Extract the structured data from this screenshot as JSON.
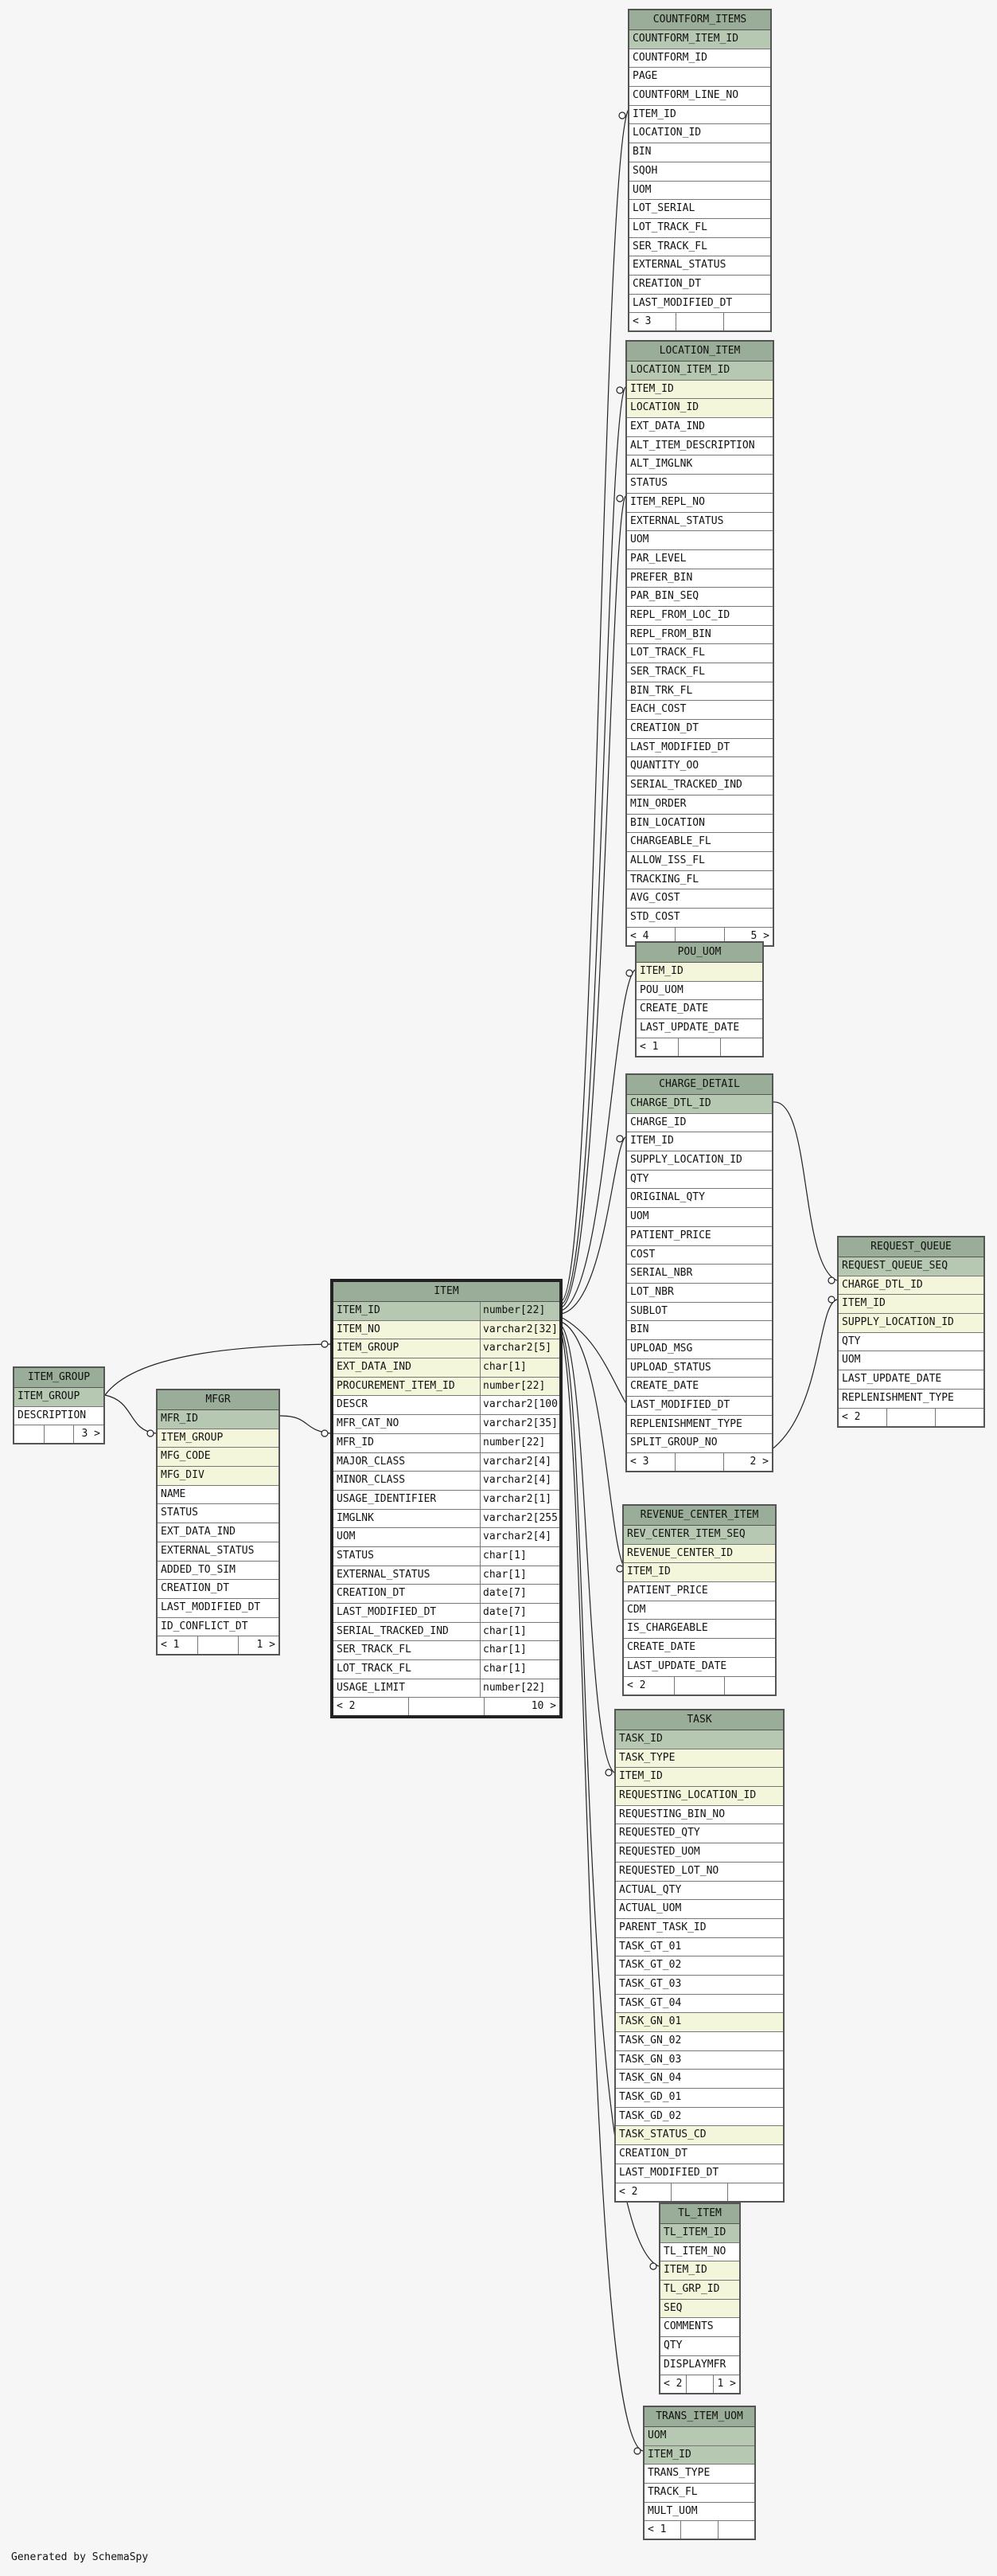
{
  "footer": "Generated by SchemaSpy",
  "tables": {
    "countform_items": {
      "name": "COUNTFORM_ITEMS",
      "columns": [
        {
          "name": "COUNTFORM_ITEM_ID",
          "kind": "pk"
        },
        {
          "name": "COUNTFORM_ID",
          "kind": ""
        },
        {
          "name": "PAGE",
          "kind": ""
        },
        {
          "name": "COUNTFORM_LINE_NO",
          "kind": ""
        },
        {
          "name": "ITEM_ID",
          "kind": ""
        },
        {
          "name": "LOCATION_ID",
          "kind": ""
        },
        {
          "name": "BIN",
          "kind": ""
        },
        {
          "name": "SQOH",
          "kind": ""
        },
        {
          "name": "UOM",
          "kind": ""
        },
        {
          "name": "LOT_SERIAL",
          "kind": ""
        },
        {
          "name": "LOT_TRACK_FL",
          "kind": ""
        },
        {
          "name": "SER_TRACK_FL",
          "kind": ""
        },
        {
          "name": "EXTERNAL_STATUS",
          "kind": ""
        },
        {
          "name": "CREATION_DT",
          "kind": ""
        },
        {
          "name": "LAST_MODIFIED_DT",
          "kind": ""
        }
      ],
      "footer": [
        "< 3",
        "",
        ""
      ]
    },
    "location_item": {
      "name": "LOCATION_ITEM",
      "columns": [
        {
          "name": "LOCATION_ITEM_ID",
          "kind": "pk"
        },
        {
          "name": "ITEM_ID",
          "kind": "fk"
        },
        {
          "name": "LOCATION_ID",
          "kind": "fk"
        },
        {
          "name": "EXT_DATA_IND",
          "kind": ""
        },
        {
          "name": "ALT_ITEM_DESCRIPTION",
          "kind": ""
        },
        {
          "name": "ALT_IMGLNK",
          "kind": ""
        },
        {
          "name": "STATUS",
          "kind": ""
        },
        {
          "name": "ITEM_REPL_NO",
          "kind": ""
        },
        {
          "name": "EXTERNAL_STATUS",
          "kind": ""
        },
        {
          "name": "UOM",
          "kind": ""
        },
        {
          "name": "PAR_LEVEL",
          "kind": ""
        },
        {
          "name": "PREFER_BIN",
          "kind": ""
        },
        {
          "name": "PAR_BIN_SEQ",
          "kind": ""
        },
        {
          "name": "REPL_FROM_LOC_ID",
          "kind": ""
        },
        {
          "name": "REPL_FROM_BIN",
          "kind": ""
        },
        {
          "name": "LOT_TRACK_FL",
          "kind": ""
        },
        {
          "name": "SER_TRACK_FL",
          "kind": ""
        },
        {
          "name": "BIN_TRK_FL",
          "kind": ""
        },
        {
          "name": "EACH_COST",
          "kind": ""
        },
        {
          "name": "CREATION_DT",
          "kind": ""
        },
        {
          "name": "LAST_MODIFIED_DT",
          "kind": ""
        },
        {
          "name": "QUANTITY_OO",
          "kind": ""
        },
        {
          "name": "SERIAL_TRACKED_IND",
          "kind": ""
        },
        {
          "name": "MIN_ORDER",
          "kind": ""
        },
        {
          "name": "BIN_LOCATION",
          "kind": ""
        },
        {
          "name": "CHARGEABLE_FL",
          "kind": ""
        },
        {
          "name": "ALLOW_ISS_FL",
          "kind": ""
        },
        {
          "name": "TRACKING_FL",
          "kind": ""
        },
        {
          "name": "AVG_COST",
          "kind": ""
        },
        {
          "name": "STD_COST",
          "kind": ""
        }
      ],
      "footer": [
        "< 4",
        "",
        "5 >"
      ]
    },
    "pou_uom": {
      "name": "POU_UOM",
      "columns": [
        {
          "name": "ITEM_ID",
          "kind": "fk"
        },
        {
          "name": "POU_UOM",
          "kind": ""
        },
        {
          "name": "CREATE_DATE",
          "kind": ""
        },
        {
          "name": "LAST_UPDATE_DATE",
          "kind": ""
        }
      ],
      "footer": [
        "< 1",
        "",
        ""
      ]
    },
    "charge_detail": {
      "name": "CHARGE_DETAIL",
      "columns": [
        {
          "name": "CHARGE_DTL_ID",
          "kind": "pk"
        },
        {
          "name": "CHARGE_ID",
          "kind": ""
        },
        {
          "name": "ITEM_ID",
          "kind": ""
        },
        {
          "name": "SUPPLY_LOCATION_ID",
          "kind": ""
        },
        {
          "name": "QTY",
          "kind": ""
        },
        {
          "name": "ORIGINAL_QTY",
          "kind": ""
        },
        {
          "name": "UOM",
          "kind": ""
        },
        {
          "name": "PATIENT_PRICE",
          "kind": ""
        },
        {
          "name": "COST",
          "kind": ""
        },
        {
          "name": "SERIAL_NBR",
          "kind": ""
        },
        {
          "name": "LOT_NBR",
          "kind": ""
        },
        {
          "name": "SUBLOT",
          "kind": ""
        },
        {
          "name": "BIN",
          "kind": ""
        },
        {
          "name": "UPLOAD_MSG",
          "kind": ""
        },
        {
          "name": "UPLOAD_STATUS",
          "kind": ""
        },
        {
          "name": "CREATE_DATE",
          "kind": ""
        },
        {
          "name": "LAST_MODIFIED_DT",
          "kind": ""
        },
        {
          "name": "REPLENISHMENT_TYPE",
          "kind": ""
        },
        {
          "name": "SPLIT_GROUP_NO",
          "kind": ""
        }
      ],
      "footer": [
        "< 3",
        "",
        "2 >"
      ]
    },
    "request_queue": {
      "name": "REQUEST_QUEUE",
      "columns": [
        {
          "name": "REQUEST_QUEUE_SEQ",
          "kind": "pk"
        },
        {
          "name": "CHARGE_DTL_ID",
          "kind": "fk"
        },
        {
          "name": "ITEM_ID",
          "kind": "fk"
        },
        {
          "name": "SUPPLY_LOCATION_ID",
          "kind": "fk"
        },
        {
          "name": "QTY",
          "kind": ""
        },
        {
          "name": "UOM",
          "kind": ""
        },
        {
          "name": "LAST_UPDATE_DATE",
          "kind": ""
        },
        {
          "name": "REPLENISHMENT_TYPE",
          "kind": ""
        }
      ],
      "footer": [
        "< 2",
        "",
        ""
      ]
    },
    "item_group": {
      "name": "ITEM_GROUP",
      "columns": [
        {
          "name": "ITEM_GROUP",
          "kind": "pk"
        },
        {
          "name": "DESCRIPTION",
          "kind": ""
        }
      ],
      "footer": [
        "",
        "",
        "3 >"
      ]
    },
    "mfgr": {
      "name": "MFGR",
      "columns": [
        {
          "name": "MFR_ID",
          "kind": "pk"
        },
        {
          "name": "ITEM_GROUP",
          "kind": "fk"
        },
        {
          "name": "MFG_CODE",
          "kind": "fk"
        },
        {
          "name": "MFG_DIV",
          "kind": "fk"
        },
        {
          "name": "NAME",
          "kind": ""
        },
        {
          "name": "STATUS",
          "kind": ""
        },
        {
          "name": "EXT_DATA_IND",
          "kind": ""
        },
        {
          "name": "EXTERNAL_STATUS",
          "kind": ""
        },
        {
          "name": "ADDED_TO_SIM",
          "kind": ""
        },
        {
          "name": "CREATION_DT",
          "kind": ""
        },
        {
          "name": "LAST_MODIFIED_DT",
          "kind": ""
        },
        {
          "name": "ID_CONFLICT_DT",
          "kind": ""
        }
      ],
      "footer": [
        "< 1",
        "",
        "1 >"
      ]
    },
    "item": {
      "name": "ITEM",
      "columns": [
        {
          "name": "ITEM_ID",
          "kind": "pk",
          "type": "number[22]"
        },
        {
          "name": "ITEM_NO",
          "kind": "fk",
          "type": "varchar2[32]"
        },
        {
          "name": "ITEM_GROUP",
          "kind": "fk",
          "type": "varchar2[5]"
        },
        {
          "name": "EXT_DATA_IND",
          "kind": "fk",
          "type": "char[1]"
        },
        {
          "name": "PROCUREMENT_ITEM_ID",
          "kind": "fk",
          "type": "number[22]"
        },
        {
          "name": "DESCR",
          "kind": "",
          "type": "varchar2[100]"
        },
        {
          "name": "MFR_CAT_NO",
          "kind": "",
          "type": "varchar2[35]"
        },
        {
          "name": "MFR_ID",
          "kind": "",
          "type": "number[22]"
        },
        {
          "name": "MAJOR_CLASS",
          "kind": "",
          "type": "varchar2[4]"
        },
        {
          "name": "MINOR_CLASS",
          "kind": "",
          "type": "varchar2[4]"
        },
        {
          "name": "USAGE_IDENTIFIER",
          "kind": "",
          "type": "varchar2[1]"
        },
        {
          "name": "IMGLNK",
          "kind": "",
          "type": "varchar2[255]"
        },
        {
          "name": "UOM",
          "kind": "",
          "type": "varchar2[4]"
        },
        {
          "name": "STATUS",
          "kind": "",
          "type": "char[1]"
        },
        {
          "name": "EXTERNAL_STATUS",
          "kind": "",
          "type": "char[1]"
        },
        {
          "name": "CREATION_DT",
          "kind": "",
          "type": "date[7]"
        },
        {
          "name": "LAST_MODIFIED_DT",
          "kind": "",
          "type": "date[7]"
        },
        {
          "name": "SERIAL_TRACKED_IND",
          "kind": "",
          "type": "char[1]"
        },
        {
          "name": "SER_TRACK_FL",
          "kind": "",
          "type": "char[1]"
        },
        {
          "name": "LOT_TRACK_FL",
          "kind": "",
          "type": "char[1]"
        },
        {
          "name": "USAGE_LIMIT",
          "kind": "",
          "type": "number[22]"
        }
      ],
      "footer": [
        "< 2",
        "",
        "10 >"
      ]
    },
    "revenue_center_item": {
      "name": "REVENUE_CENTER_ITEM",
      "columns": [
        {
          "name": "REV_CENTER_ITEM_SEQ",
          "kind": "pk"
        },
        {
          "name": "REVENUE_CENTER_ID",
          "kind": "fk"
        },
        {
          "name": "ITEM_ID",
          "kind": "fk"
        },
        {
          "name": "PATIENT_PRICE",
          "kind": ""
        },
        {
          "name": "CDM",
          "kind": ""
        },
        {
          "name": "IS_CHARGEABLE",
          "kind": ""
        },
        {
          "name": "CREATE_DATE",
          "kind": ""
        },
        {
          "name": "LAST_UPDATE_DATE",
          "kind": ""
        }
      ],
      "footer": [
        "< 2",
        "",
        ""
      ]
    },
    "task": {
      "name": "TASK",
      "columns": [
        {
          "name": "TASK_ID",
          "kind": "pk"
        },
        {
          "name": "TASK_TYPE",
          "kind": "fk"
        },
        {
          "name": "ITEM_ID",
          "kind": "fk"
        },
        {
          "name": "REQUESTING_LOCATION_ID",
          "kind": "fk"
        },
        {
          "name": "REQUESTING_BIN_NO",
          "kind": ""
        },
        {
          "name": "REQUESTED_QTY",
          "kind": ""
        },
        {
          "name": "REQUESTED_UOM",
          "kind": ""
        },
        {
          "name": "REQUESTED_LOT_NO",
          "kind": ""
        },
        {
          "name": "ACTUAL_QTY",
          "kind": ""
        },
        {
          "name": "ACTUAL_UOM",
          "kind": ""
        },
        {
          "name": "PARENT_TASK_ID",
          "kind": ""
        },
        {
          "name": "TASK_GT_01",
          "kind": ""
        },
        {
          "name": "TASK_GT_02",
          "kind": ""
        },
        {
          "name": "TASK_GT_03",
          "kind": ""
        },
        {
          "name": "TASK_GT_04",
          "kind": ""
        },
        {
          "name": "TASK_GN_01",
          "kind": "fk"
        },
        {
          "name": "TASK_GN_02",
          "kind": ""
        },
        {
          "name": "TASK_GN_03",
          "kind": ""
        },
        {
          "name": "TASK_GN_04",
          "kind": ""
        },
        {
          "name": "TASK_GD_01",
          "kind": ""
        },
        {
          "name": "TASK_GD_02",
          "kind": ""
        },
        {
          "name": "TASK_STATUS_CD",
          "kind": "fk"
        },
        {
          "name": "CREATION_DT",
          "kind": ""
        },
        {
          "name": "LAST_MODIFIED_DT",
          "kind": ""
        }
      ],
      "footer": [
        "< 2",
        "",
        ""
      ]
    },
    "tl_item": {
      "name": "TL_ITEM",
      "columns": [
        {
          "name": "TL_ITEM_ID",
          "kind": "pk"
        },
        {
          "name": "TL_ITEM_NO",
          "kind": ""
        },
        {
          "name": "ITEM_ID",
          "kind": "fk"
        },
        {
          "name": "TL_GRP_ID",
          "kind": "fk"
        },
        {
          "name": "SEQ",
          "kind": "fk"
        },
        {
          "name": "COMMENTS",
          "kind": ""
        },
        {
          "name": "QTY",
          "kind": ""
        },
        {
          "name": "DISPLAYMFR",
          "kind": ""
        }
      ],
      "footer": [
        "< 2",
        "",
        "1 >"
      ]
    },
    "trans_item_uom": {
      "name": "TRANS_ITEM_UOM",
      "columns": [
        {
          "name": "UOM",
          "kind": "pk"
        },
        {
          "name": "ITEM_ID",
          "kind": "pk"
        },
        {
          "name": "TRANS_TYPE",
          "kind": ""
        },
        {
          "name": "TRACK_FL",
          "kind": ""
        },
        {
          "name": "MULT_UOM",
          "kind": ""
        }
      ],
      "footer": [
        "< 1",
        "",
        ""
      ]
    }
  }
}
